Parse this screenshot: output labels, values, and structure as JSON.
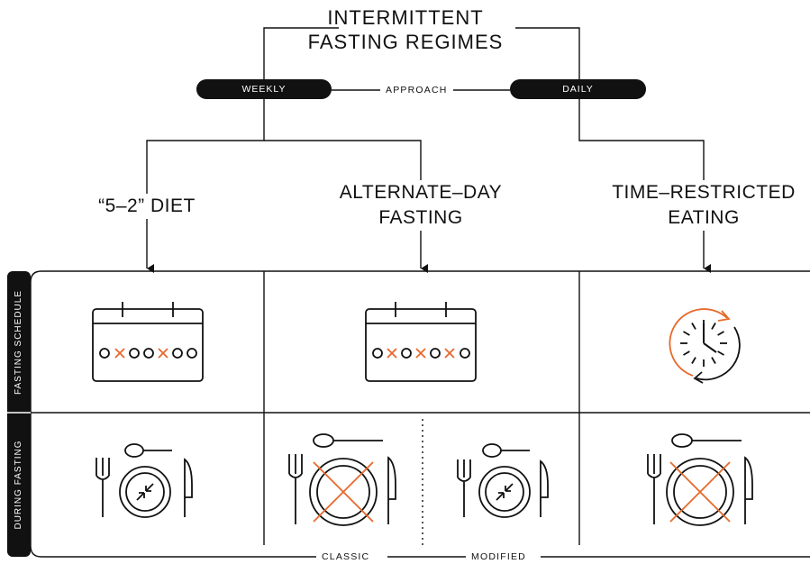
{
  "title": {
    "line1": "INTERMITTENT",
    "line2": "FASTING REGIMES"
  },
  "approach": {
    "weekly": "WEEKLY",
    "label": "APPROACH",
    "daily": "DAILY"
  },
  "regimes": {
    "diet52": {
      "line1": "“5–2” DIET"
    },
    "adf": {
      "line1": "ALTERNATE–DAY",
      "line2": "FASTING"
    },
    "tre": {
      "line1": "TIME–RESTRICTED",
      "line2": "EATING"
    }
  },
  "rows": {
    "schedule": "FASTING SCHEDULE",
    "during": "DURING FASTING"
  },
  "variants": {
    "classic": "CLASSIC",
    "modified": "MODIFIED"
  },
  "colors": {
    "accent": "#e8682b",
    "ink": "#111111"
  },
  "icons": {
    "schedule_52": "calendar-icon-2-fast-days",
    "schedule_adf": "calendar-icon-3-fast-days",
    "schedule_tre": "clock-icon",
    "during_52": "plate-reduced-intake-icon",
    "during_adf_classic": "plate-no-food-icon",
    "during_adf_modified": "plate-reduced-intake-icon",
    "during_tre": "plate-no-food-icon"
  }
}
